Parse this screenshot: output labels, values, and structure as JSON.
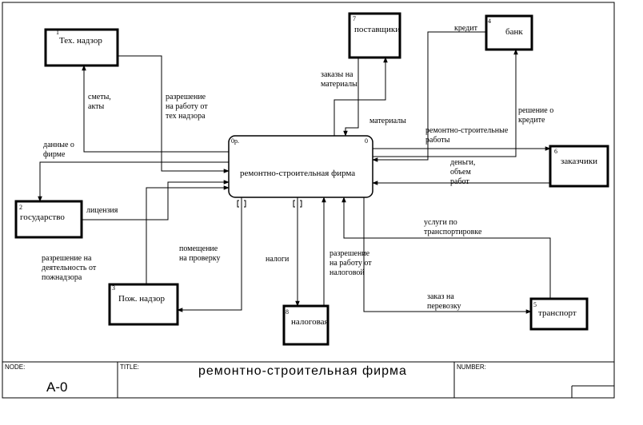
{
  "center": {
    "label": "ремонтно-строительная фирма",
    "cost": "0р.",
    "num": "0"
  },
  "boxes": {
    "tech": {
      "num": "1",
      "label": "Тех. надзор"
    },
    "gov": {
      "num": "2",
      "label": "государство"
    },
    "fire": {
      "num": "3",
      "label": "Пож. надзор"
    },
    "bank": {
      "num": "4",
      "label": "банк"
    },
    "transport": {
      "num": "5",
      "label": "транспорт"
    },
    "customers": {
      "num": "6",
      "label": "заказчики"
    },
    "suppliers": {
      "num": "7",
      "label": "поставщики"
    },
    "tax": {
      "num": "8",
      "label": "налоговая"
    }
  },
  "arrow_labels": {
    "estimates": "сметы,\nакты",
    "tech_permit": "разрешение\nна работу от\nтех надзора",
    "firm_data": "данные о\nфирме",
    "license": "лицензия",
    "fire_permit": "разрешение на\nдеятельность от\nпожнадзора",
    "premises": "помещение\nна проверку",
    "taxes": "налоги",
    "tax_permit": "разрешение\nна работу от\nналоговой",
    "material_orders": "заказы на\nматериалы",
    "materials": "материалы",
    "credit": "кредит",
    "credit_decision": "решение о\nкредите",
    "construction_works": "ремонтно-строительные\nработы",
    "money": "деньги,\nобъем\nработ",
    "transport_services": "услуги по\nтранспортировке",
    "transport_order": "заказ на\nперевозку"
  },
  "footer": {
    "node_caption": "NODE:",
    "node_value": "A-0",
    "title_caption": "TITLE:",
    "title_value": "ремонтно-строительная фирма",
    "number_caption": "NUMBER:"
  }
}
